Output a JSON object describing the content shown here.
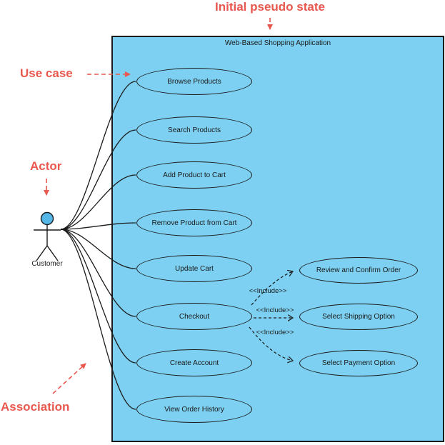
{
  "annotations": {
    "initial_pseudo_state": "Initial pseudo state",
    "use_case": "Use case",
    "actor": "Actor",
    "association": "Association"
  },
  "system": {
    "title": "Web-Based Shopping Application"
  },
  "actor": {
    "name": "Customer"
  },
  "use_cases_left": [
    {
      "label": "Browse Products"
    },
    {
      "label": "Search Products"
    },
    {
      "label": "Add Product to Cart"
    },
    {
      "label": "Remove Product from Cart"
    },
    {
      "label": "Update Cart"
    },
    {
      "label": "Checkout"
    },
    {
      "label": "Create Account"
    },
    {
      "label": "View Order History"
    }
  ],
  "use_cases_right": [
    {
      "label": "Review and Confirm Order"
    },
    {
      "label": "Select Shipping Option"
    },
    {
      "label": "Select Payment Option"
    }
  ],
  "includes": [
    {
      "label": "<<Include>>"
    },
    {
      "label": "<<Include>>"
    },
    {
      "label": "<<Include>>"
    }
  ],
  "colors": {
    "system_fill": "#7dd0f1",
    "outline": "#1a1a1a",
    "annotation_red": "#e8584e",
    "actor_head_fill": "#55b7e8"
  }
}
